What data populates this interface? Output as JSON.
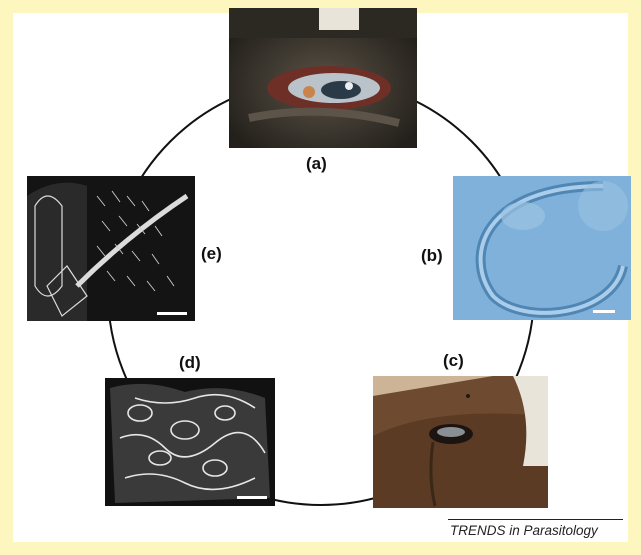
{
  "labels": {
    "a": "(a)",
    "b": "(b)",
    "c": "(c)",
    "d": "(d)",
    "e": "(e)"
  },
  "footer": "TRENDS in Parasitology",
  "colors": {
    "border": "#fdf7bf",
    "background": "#ffffff",
    "cycle_line": "#111111"
  }
}
